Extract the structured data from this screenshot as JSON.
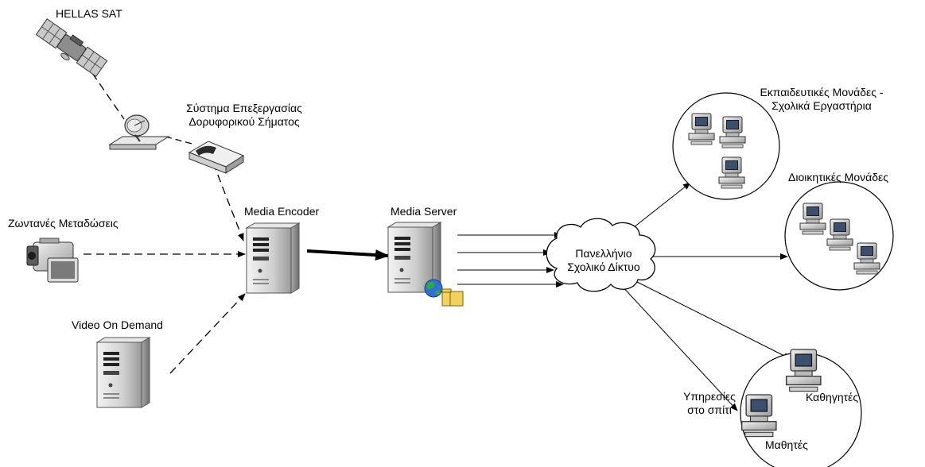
{
  "nodes": {
    "satellite": {
      "label": "HELLAS SAT"
    },
    "processing": {
      "label_line1": "Σύστημα Επεξεργασίας",
      "label_line2": "Δορυφορικού Σήματος"
    },
    "live": {
      "label": "Ζωντανές Μεταδώσεις"
    },
    "vod": {
      "label": "Video On Demand"
    },
    "encoder": {
      "label": "Media Encoder"
    },
    "server": {
      "label": "Media Server"
    },
    "network": {
      "label_line1": "Πανελλήνιο",
      "label_line2": "Σχολικό Δίκτυο"
    },
    "education": {
      "label_line1": "Εκπαιδευτικές Μονάδες -",
      "label_line2": "Σχολικά Εργαστήρια"
    },
    "admin": {
      "label": "Διοικητικές Μονάδες"
    },
    "home": {
      "label_line1": "Υπηρεσίες",
      "label_line2": "στο σπίτι"
    },
    "teachers": {
      "label": "Καθηγητές"
    },
    "students": {
      "label": "Μαθητές"
    }
  },
  "icons": {
    "satellite": "satellite-icon",
    "dish": "satellite-dish-icon",
    "processor": "signal-processor-icon",
    "camera": "video-camera-icon",
    "vod_server": "server-tower-icon",
    "encoder_server": "server-tower-icon",
    "media_server": "server-tower-icon",
    "globe": "globe-icon",
    "cloud": "cloud-icon",
    "pc": "desktop-computer-icon"
  },
  "colors": {
    "line": "#000000",
    "server_body": "#d9d9d9",
    "cloud_fill": "#ffffff",
    "globe_blue": "#2f6fd6",
    "globe_green": "#2aa84a",
    "folder": "#f2d25c"
  }
}
